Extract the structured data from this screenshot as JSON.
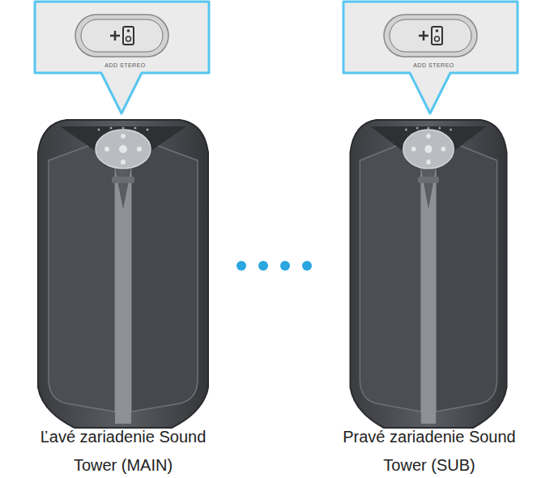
{
  "diagram": {
    "nodes": [
      {
        "text": [
          "ADD STEREO"
        ]
      },
      {
        "text": [
          "ADD STEREO"
        ]
      }
    ],
    "labels": [
      "Ľavé zariadenie Sound Tower (MAIN)",
      "Pravé zariadenie Sound Tower (SUB)"
    ]
  }
}
